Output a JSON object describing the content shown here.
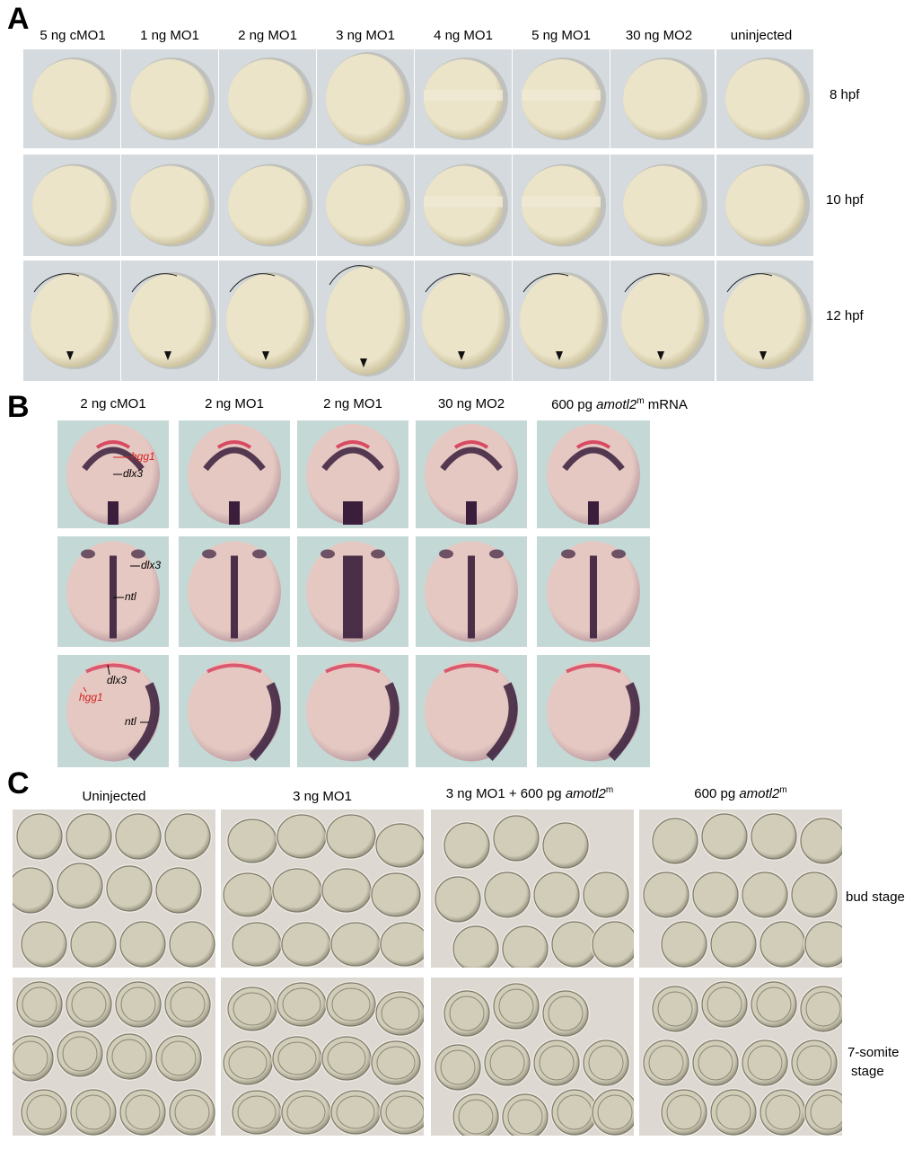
{
  "panelA": {
    "letter": "A",
    "columns": [
      "5 ng cMO1",
      "1 ng MO1",
      "2 ng MO1",
      "3 ng MO1",
      "4 ng MO1",
      "5 ng MO1",
      "30 ng MO2",
      "uninjected"
    ],
    "rows": [
      "8 hpf",
      "10 hpf",
      "12 hpf"
    ]
  },
  "panelB": {
    "letter": "B",
    "columns": [
      "2 ng cMO1",
      "2 ng MO1",
      "2 ng MO1",
      "30 ng MO2"
    ],
    "col5_prefix": "600 pg ",
    "col5_gene": "amotl2",
    "col5_sup": "m",
    "col5_suffix": " mRNA",
    "gene_labels": {
      "hgg1": "hgg1",
      "dlx3": "dlx3",
      "ntl": "ntl"
    }
  },
  "panelC": {
    "letter": "C",
    "col1": "Uninjected",
    "col2": "3 ng MO1",
    "col3_prefix": "3 ng MO1 + 600 pg ",
    "col3_gene": "amotl2",
    "col3_sup": "m",
    "col4_prefix": "600 pg ",
    "col4_gene": "amotl2",
    "col4_sup": "m",
    "rows": [
      "bud stage",
      "7-somite",
      "stage"
    ]
  },
  "colors": {
    "embryo_light": "#e8e2c8",
    "embryo_dark": "#b7ad8a",
    "stain_purple": "#3a1e3c",
    "stain_red": "#d42a4a",
    "label_red": "#d42020"
  }
}
